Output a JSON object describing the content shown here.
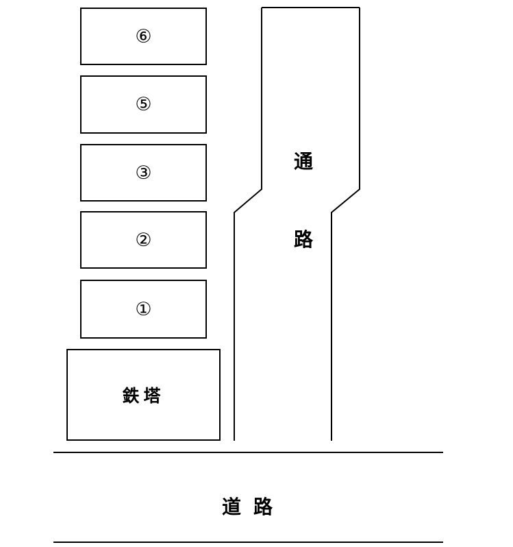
{
  "lots": [
    {
      "id": "lot-6",
      "label": "⑥"
    },
    {
      "id": "lot-5",
      "label": "⑤"
    },
    {
      "id": "lot-3",
      "label": "③"
    },
    {
      "id": "lot-2",
      "label": "②"
    },
    {
      "id": "lot-1",
      "label": "①"
    }
  ],
  "tower": {
    "label": "鉄塔"
  },
  "passage": {
    "char_top": "通",
    "char_bottom": "路"
  },
  "road": {
    "label": "道路"
  }
}
